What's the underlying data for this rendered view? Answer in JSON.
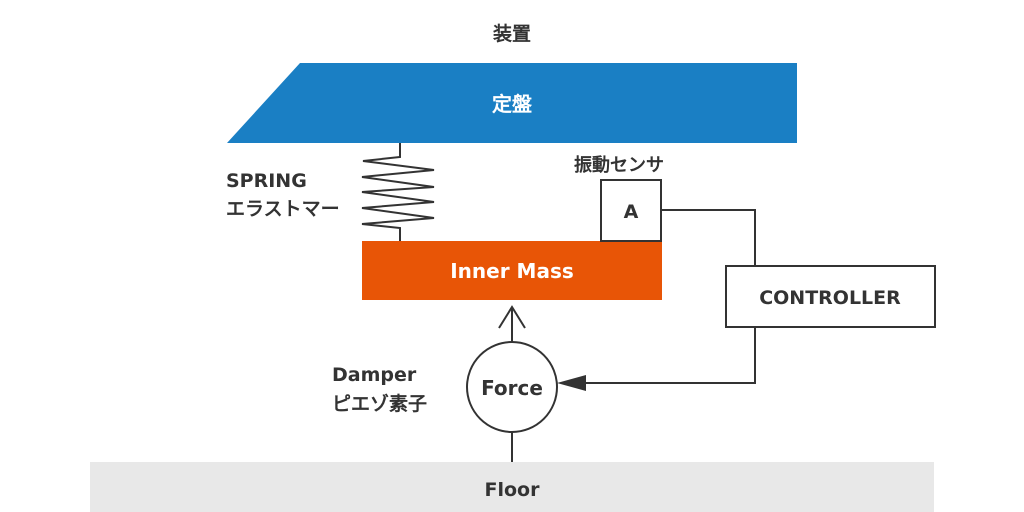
{
  "title": "装置",
  "colors": {
    "table": "#1a7fc4",
    "inner_mass": "#e85506",
    "floor": "#e8e8e8",
    "line": "#333333",
    "text_dark": "#333333",
    "text_light": "#ffffff"
  },
  "blocks": {
    "table": {
      "label": "定盤"
    },
    "inner_mass": {
      "label": "Inner Mass"
    },
    "floor": {
      "label": "Floor"
    },
    "sensor": {
      "label": "A",
      "caption": "振動センサ"
    },
    "controller": {
      "label": "CONTROLLER"
    },
    "force": {
      "label": "Force"
    }
  },
  "annotations": {
    "spring_line1": "SPRING",
    "spring_line2": "エラストマー",
    "damper_line1": "Damper",
    "damper_line2": "ピエゾ素子"
  }
}
